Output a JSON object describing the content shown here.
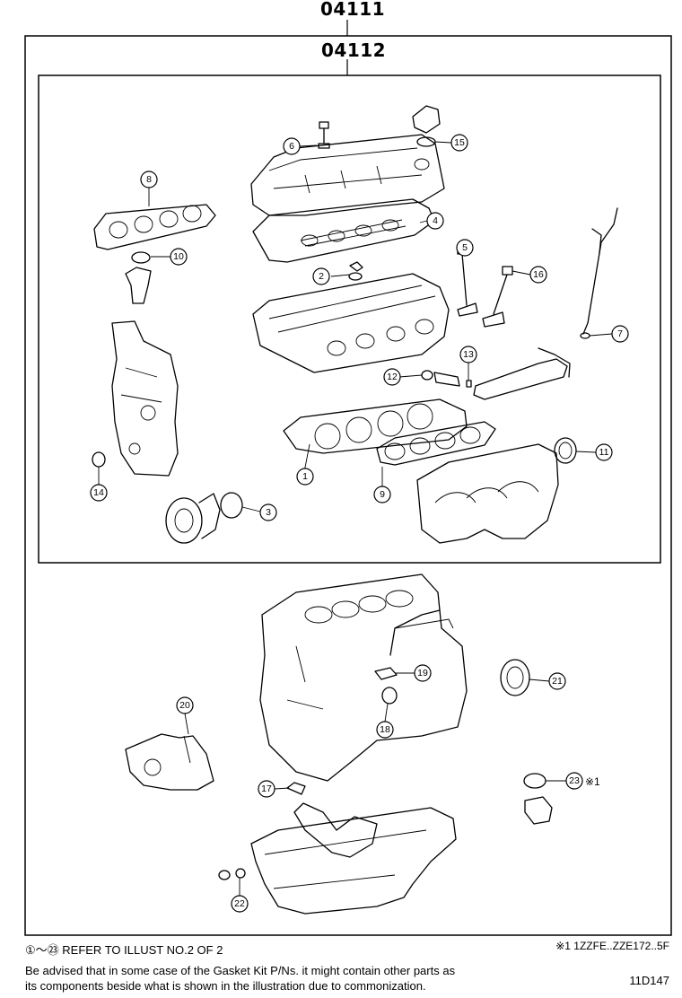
{
  "header": {
    "outer_code": "04111",
    "inner_code": "04112"
  },
  "callouts": [
    {
      "num": "1"
    },
    {
      "num": "2"
    },
    {
      "num": "3"
    },
    {
      "num": "4"
    },
    {
      "num": "5"
    },
    {
      "num": "6"
    },
    {
      "num": "7"
    },
    {
      "num": "8"
    },
    {
      "num": "9"
    },
    {
      "num": "10"
    },
    {
      "num": "11"
    },
    {
      "num": "12"
    },
    {
      "num": "13"
    },
    {
      "num": "14"
    },
    {
      "num": "15"
    },
    {
      "num": "16"
    },
    {
      "num": "17"
    },
    {
      "num": "18"
    },
    {
      "num": "19"
    },
    {
      "num": "20"
    },
    {
      "num": "21"
    },
    {
      "num": "22"
    },
    {
      "num": "23"
    }
  ],
  "callout_23_note": "※1",
  "footer": {
    "refer_line": "①～㉓ REFER TO ILLUST NO.2 OF 2",
    "applicability": "※1 1ZZFE..ZZE172..5F",
    "disclaimer_line1": "Be advised that in some case of the Gasket Kit P/Ns.  it might contain other parts as",
    "disclaimer_line2": "its components beside what is shown in the illustration due to commonization.",
    "illustration_id": "11D147"
  }
}
